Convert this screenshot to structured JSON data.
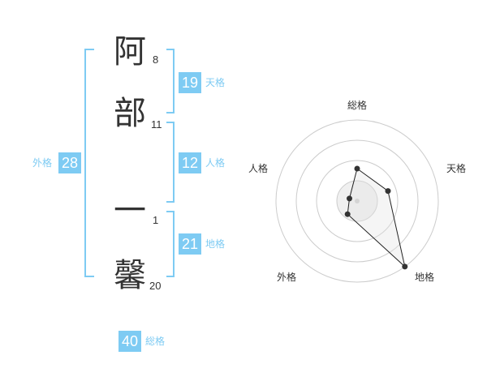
{
  "name_chars": [
    {
      "char": "阿",
      "strokes": "8"
    },
    {
      "char": "部",
      "strokes": "11"
    },
    {
      "char": "一",
      "strokes": "1"
    },
    {
      "char": "馨",
      "strokes": "20"
    }
  ],
  "kakusu": {
    "tenkaku": {
      "value": "19",
      "label": "天格"
    },
    "jinkaku": {
      "value": "12",
      "label": "人格"
    },
    "chikaku": {
      "value": "21",
      "label": "地格"
    },
    "gaikaku": {
      "value": "28",
      "label": "外格"
    },
    "soukaku": {
      "value": "40",
      "label": "総格"
    }
  },
  "colors": {
    "accent": "#7ecbf3",
    "text": "#333333",
    "grid": "#cccccc"
  },
  "chart_data": {
    "type": "radar",
    "axes": [
      "総格",
      "天格",
      "地格",
      "外格",
      "人格"
    ],
    "values": [
      2,
      2,
      5,
      1,
      0.5
    ],
    "max": 5,
    "rings": 4
  }
}
